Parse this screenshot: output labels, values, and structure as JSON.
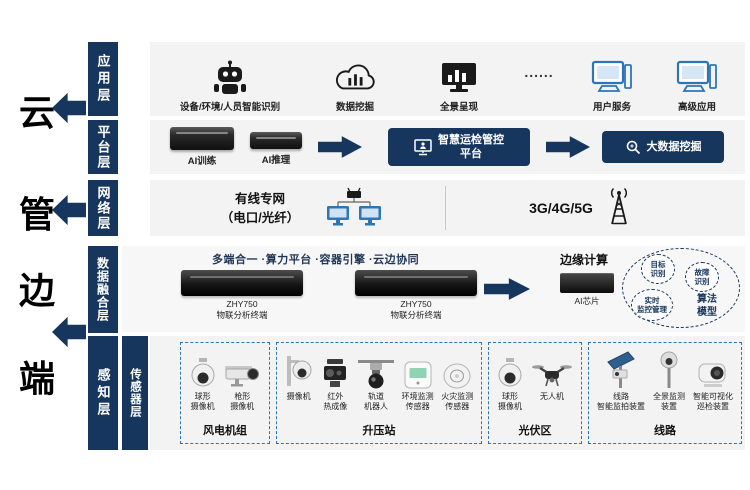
{
  "colors": {
    "accent_navy": "#17365d",
    "icon_blue": "#2e75b6"
  },
  "left_nav": {
    "chars": [
      "云",
      "管",
      "边",
      "端"
    ]
  },
  "application": {
    "layer_label": "应用层",
    "items": [
      {
        "label": "设备/环境/人员智能识别"
      },
      {
        "label": "数据挖掘"
      },
      {
        "label": "全景呈现"
      },
      {
        "label": "......"
      },
      {
        "label": "用户服务"
      },
      {
        "label": "高级应用"
      }
    ]
  },
  "platform": {
    "layer_label": "平台层",
    "devices": [
      {
        "label": "AI训练"
      },
      {
        "label": "AI推理"
      }
    ],
    "control_box": "智慧运检管控\n平台",
    "bigdata_box": "大数据挖掘"
  },
  "network": {
    "layer_label": "网络层",
    "wired": "有线专网\n（电口/光纤）",
    "wireless": "3G/4G/5G"
  },
  "fusion": {
    "layer_label": "数据融合层",
    "features": "多端合一 ·算力平台 ·容器引擎 ·云边协同",
    "devices": [
      {
        "model": "ZHY750",
        "name": "物联分析终端"
      },
      {
        "model": "ZHY750",
        "name": "物联分析终端"
      }
    ],
    "edge": {
      "title": "边缘计算",
      "chip_label": "AI芯片",
      "bubbles": [
        "目标\n识别",
        "故障\n识别",
        "实时\n监控管理"
      ],
      "model_label": "算法\n模型"
    }
  },
  "perception": {
    "layer_label": "感知层"
  },
  "sensor": {
    "layer_label": "传感器层",
    "groups": [
      {
        "title": "风电机组",
        "devices": [
          {
            "label": "球形\n摄像机"
          },
          {
            "label": "枪形\n摄像机"
          }
        ]
      },
      {
        "title": "升压站",
        "devices": [
          {
            "label": "摄像机"
          },
          {
            "label": "红外\n热成像"
          },
          {
            "label": "轨道\n机器人"
          },
          {
            "label": "环境监测\n传感器"
          },
          {
            "label": "火灾监测\n传感器"
          }
        ]
      },
      {
        "title": "光伏区",
        "devices": [
          {
            "label": "球形\n摄像机"
          },
          {
            "label": "无人机"
          }
        ]
      },
      {
        "title": "线路",
        "devices": [
          {
            "label": "线路\n智能监拍装置"
          },
          {
            "label": "全景监测\n装置"
          },
          {
            "label": "智能可视化\n巡检装置"
          }
        ]
      }
    ]
  }
}
